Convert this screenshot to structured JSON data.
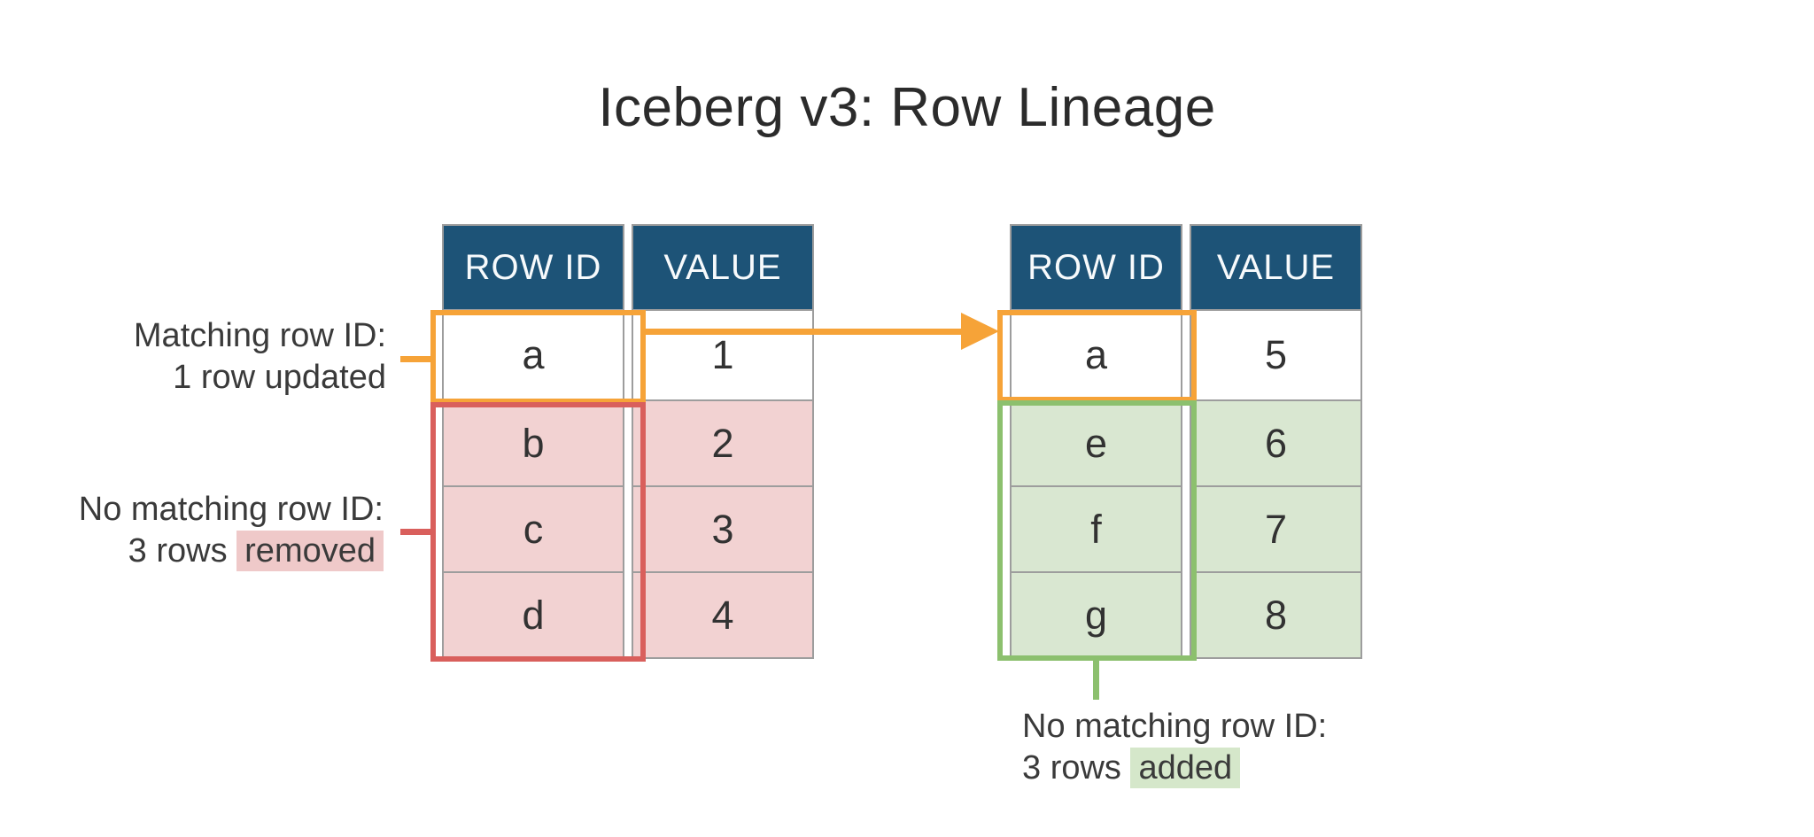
{
  "title": "Iceberg v3: Row Lineage",
  "source_table": {
    "columns": [
      "ROW ID",
      "VALUE"
    ],
    "rows": [
      {
        "row_id": "a",
        "value": "1",
        "state": "matched"
      },
      {
        "row_id": "b",
        "value": "2",
        "state": "removed"
      },
      {
        "row_id": "c",
        "value": "3",
        "state": "removed"
      },
      {
        "row_id": "d",
        "value": "4",
        "state": "removed"
      }
    ]
  },
  "target_table": {
    "columns": [
      "ROW ID",
      "VALUE"
    ],
    "rows": [
      {
        "row_id": "a",
        "value": "5",
        "state": "matched"
      },
      {
        "row_id": "e",
        "value": "6",
        "state": "added"
      },
      {
        "row_id": "f",
        "value": "7",
        "state": "added"
      },
      {
        "row_id": "g",
        "value": "8",
        "state": "added"
      }
    ]
  },
  "annotations": {
    "matched": {
      "line1": "Matching row ID:",
      "line2": "1 row updated"
    },
    "removed": {
      "line1": "No matching row ID:",
      "line2_prefix": "3 rows ",
      "highlight": "removed"
    },
    "added": {
      "line1": "No matching row ID:",
      "line2_prefix": "3 rows ",
      "highlight": "added"
    }
  },
  "colors": {
    "header-blue": "#1d5377",
    "header-text": "#f7fafc",
    "cell-border": "#9d9d9d",
    "text": "#323232",
    "removed-fill": "#f2d2d2",
    "added-fill": "#d9e7d1",
    "accent-orange": "#f6a338",
    "accent-red": "#d95f5c",
    "accent-green": "#8cc06e",
    "highlight-pink": "#efc9c9",
    "highlight-green": "#d5e7ca"
  }
}
